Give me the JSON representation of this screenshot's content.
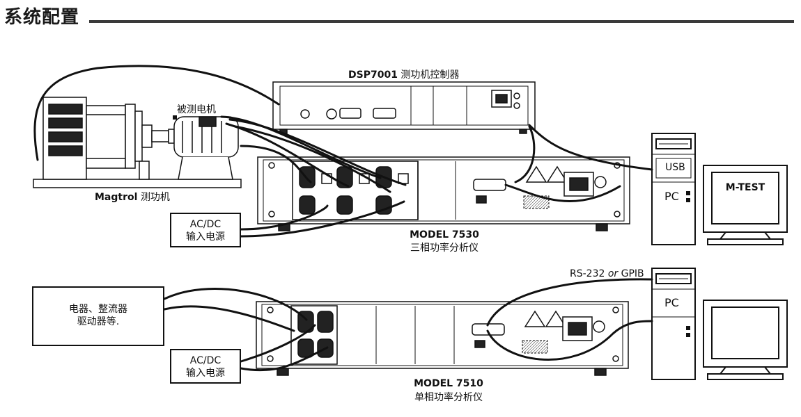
{
  "heading": "系统配置",
  "dyno": {
    "label_bold": "Magtrol",
    "label_rest": " 测功机"
  },
  "motor_under_test": "被测电机",
  "controller": {
    "label_bold": "DSP7001",
    "label_rest": " 测功机控制器"
  },
  "analyzer_7530": {
    "model": "MODEL 7530",
    "desc": "三相功率分析仪"
  },
  "analyzer_7510": {
    "model": "MODEL 7510",
    "desc": "单相功率分析仪"
  },
  "acdc_input_top": {
    "line1": "AC/DC",
    "line2": "输入电源"
  },
  "acdc_input_bottom": {
    "line1": "AC/DC",
    "line2": "输入电源"
  },
  "device_box": {
    "line1": "电器、整流器",
    "line2": "驱动器等."
  },
  "pc_top": {
    "usb": "USB",
    "pc": "PC"
  },
  "pc_bottom": {
    "pc": "PC"
  },
  "monitor_top": "M-TEST",
  "interface_label": {
    "pre": "RS-232 ",
    "mid": "or",
    "post": " GPIB"
  }
}
